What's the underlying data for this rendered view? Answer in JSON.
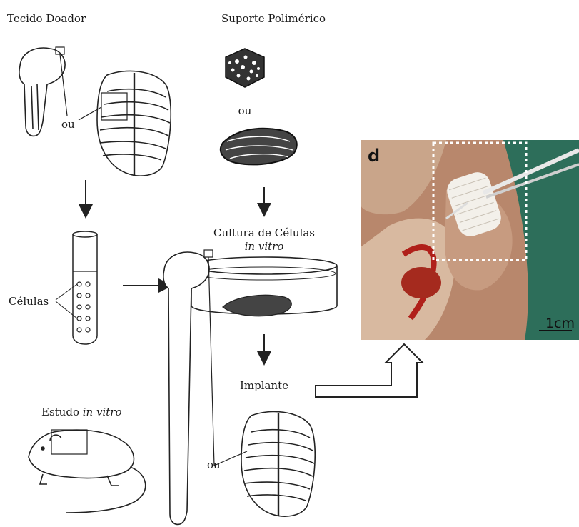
{
  "labels": {
    "donor_tissue": "Tecido Doador",
    "polymer_support": "Suporte Polimérico",
    "or_top": "ou",
    "or_scaffold": "ou",
    "cells": "Células",
    "culture_line1": "Cultura de Células",
    "culture_line2": "in vitro",
    "implant": "Implante",
    "study_prefix": "Estudo ",
    "study_italic": "in vitro",
    "or_bottom": "ou"
  },
  "photo": {
    "panel_letter": "d",
    "scale_label": "1cm"
  }
}
